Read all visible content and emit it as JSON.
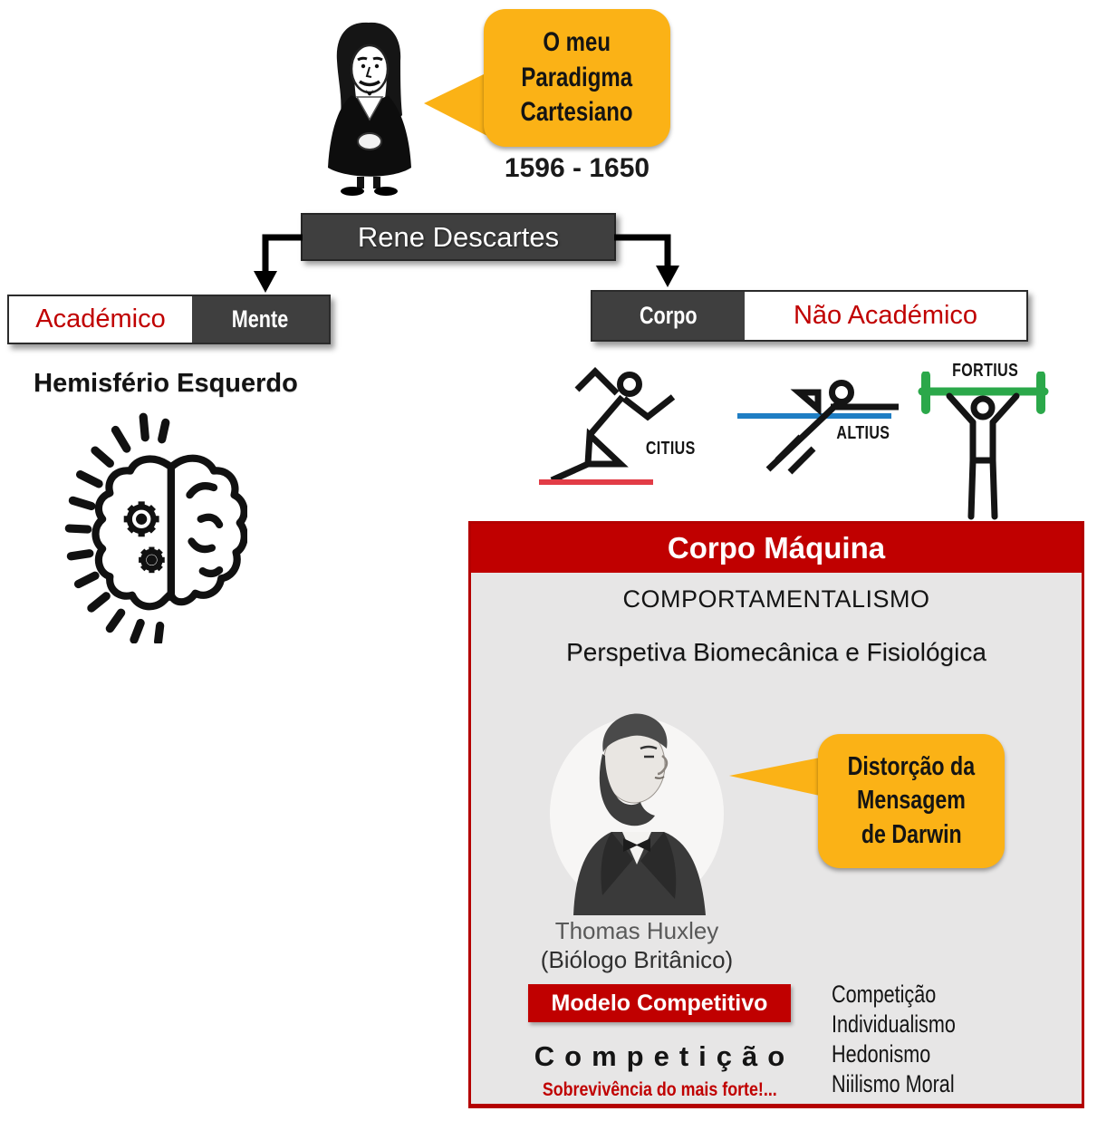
{
  "speech_bubble_descartes": {
    "line1": "O meu",
    "line2": "Paradigma",
    "line3": "Cartesiano"
  },
  "dates": "1596 - 1650",
  "root": {
    "label": "Rene Descartes"
  },
  "mind_branch": {
    "category": "Académico",
    "label": "Mente",
    "hemisphere": "Hemisfério Esquerdo"
  },
  "body_branch": {
    "label": "Corpo",
    "category": "Não Académico"
  },
  "motto": {
    "citius": "CITIUS",
    "altius": "ALTIUS",
    "fortius": "FORTIUS"
  },
  "panel": {
    "title": "Corpo Máquina",
    "subtitle1": "COMPORTAMENTALISMO",
    "subtitle2": "Perspetiva Biomecânica e Fisiológica",
    "portrait": {
      "name": "Thomas Huxley",
      "caption": "(Biólogo Britânico)"
    },
    "speech_bubble_darwin": {
      "line1": "Distorção da",
      "line2": "Mensagem",
      "line3": "de Darwin"
    },
    "badge": "Modelo Competitivo",
    "keyword": "Competição",
    "tagline": "Sobrevivência do mais forte!...",
    "values": [
      "Competição",
      "Individualismo",
      "Hedonismo",
      "Niilismo Moral"
    ]
  },
  "colors": {
    "accent_red": "#C00000",
    "dark_box": "#3F3F3F",
    "bubble_orange": "#FBB216",
    "panel_gray": "#E7E6E6",
    "citius_red": "#E23C46",
    "altius_blue": "#1F7EC4",
    "fortius_green": "#2BA84A"
  }
}
